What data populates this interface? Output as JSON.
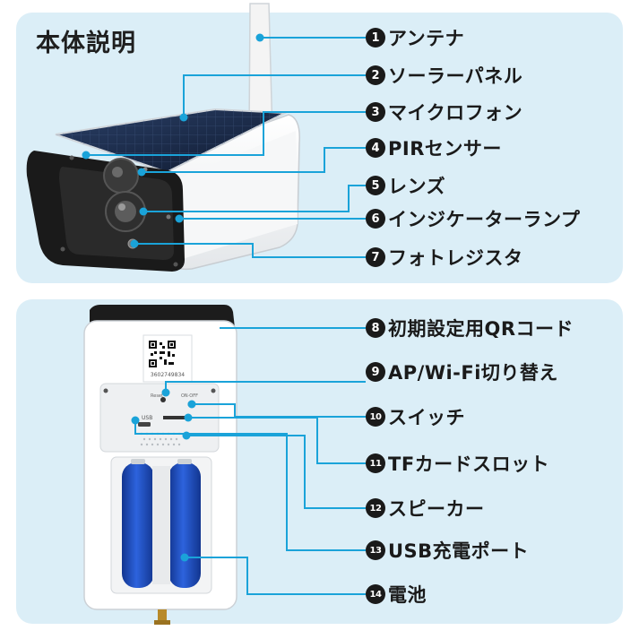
{
  "top_panel": {
    "title": "本体説明",
    "items": [
      {
        "num": "1",
        "label": "アンテナ"
      },
      {
        "num": "2",
        "label": "ソーラーパネル"
      },
      {
        "num": "3",
        "label": "マイクロフォン"
      },
      {
        "num": "4",
        "label": "PIRセンサー"
      },
      {
        "num": "5",
        "label": "レンズ"
      },
      {
        "num": "6",
        "label": "インジケーターランプ"
      },
      {
        "num": "7",
        "label": "フォトレジスタ"
      }
    ]
  },
  "bottom_panel": {
    "items": [
      {
        "num": "8",
        "label": "初期設定用QRコード"
      },
      {
        "num": "9",
        "label": "AP/Wi-Fi切り替え"
      },
      {
        "num": "10",
        "label": "スイッチ"
      },
      {
        "num": "11",
        "label": "TFカードスロット"
      },
      {
        "num": "12",
        "label": "スピーカー"
      },
      {
        "num": "13",
        "label": "USB充電ポート"
      },
      {
        "num": "14",
        "label": "電池"
      }
    ],
    "device_text": {
      "qr_serial": "3602749834",
      "usb_label": "USB",
      "reset_label": "Reset",
      "onoff_label": "ON·OFF"
    }
  },
  "colors": {
    "panel_bg": "#dbeef7",
    "leader_line": "#1aa3d9",
    "badge_bg": "#1a1a1a",
    "battery_blue": "#1f4fc4"
  }
}
